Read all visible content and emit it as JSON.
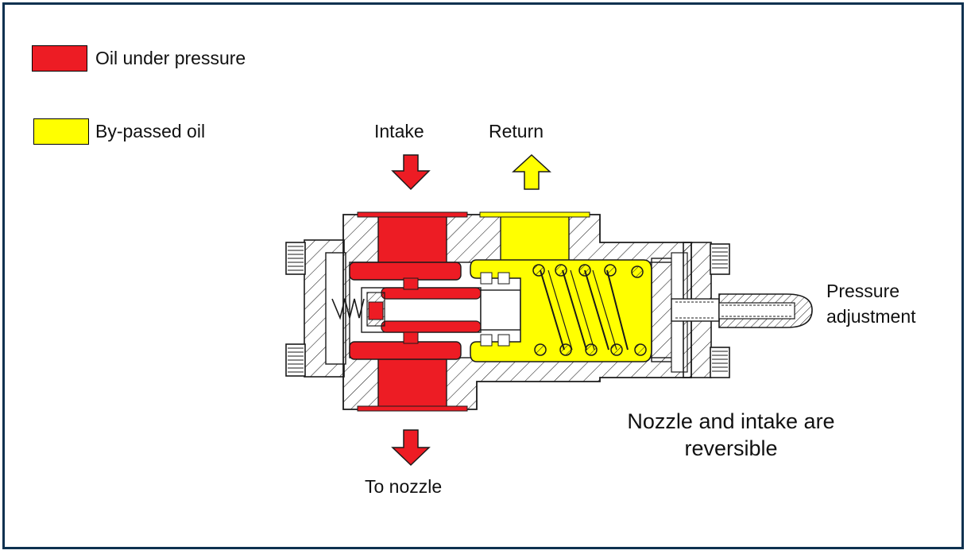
{
  "legend": [
    {
      "label": "Oil under pressure",
      "color": "#ed1c24"
    },
    {
      "label": "By-passed oil",
      "color": "#ffff00"
    }
  ],
  "labels": {
    "intake": "Intake",
    "return": "Return",
    "to_nozzle": "To nozzle",
    "pressure_line1": "Pressure",
    "pressure_line2": "adjustment",
    "note_line1": "Nozzle and intake are",
    "note_line2": "reversible"
  },
  "colors": {
    "border": "#0d3150",
    "pressure": "#ed1c24",
    "bypass": "#ffff00",
    "line": "#1a1a1a"
  }
}
